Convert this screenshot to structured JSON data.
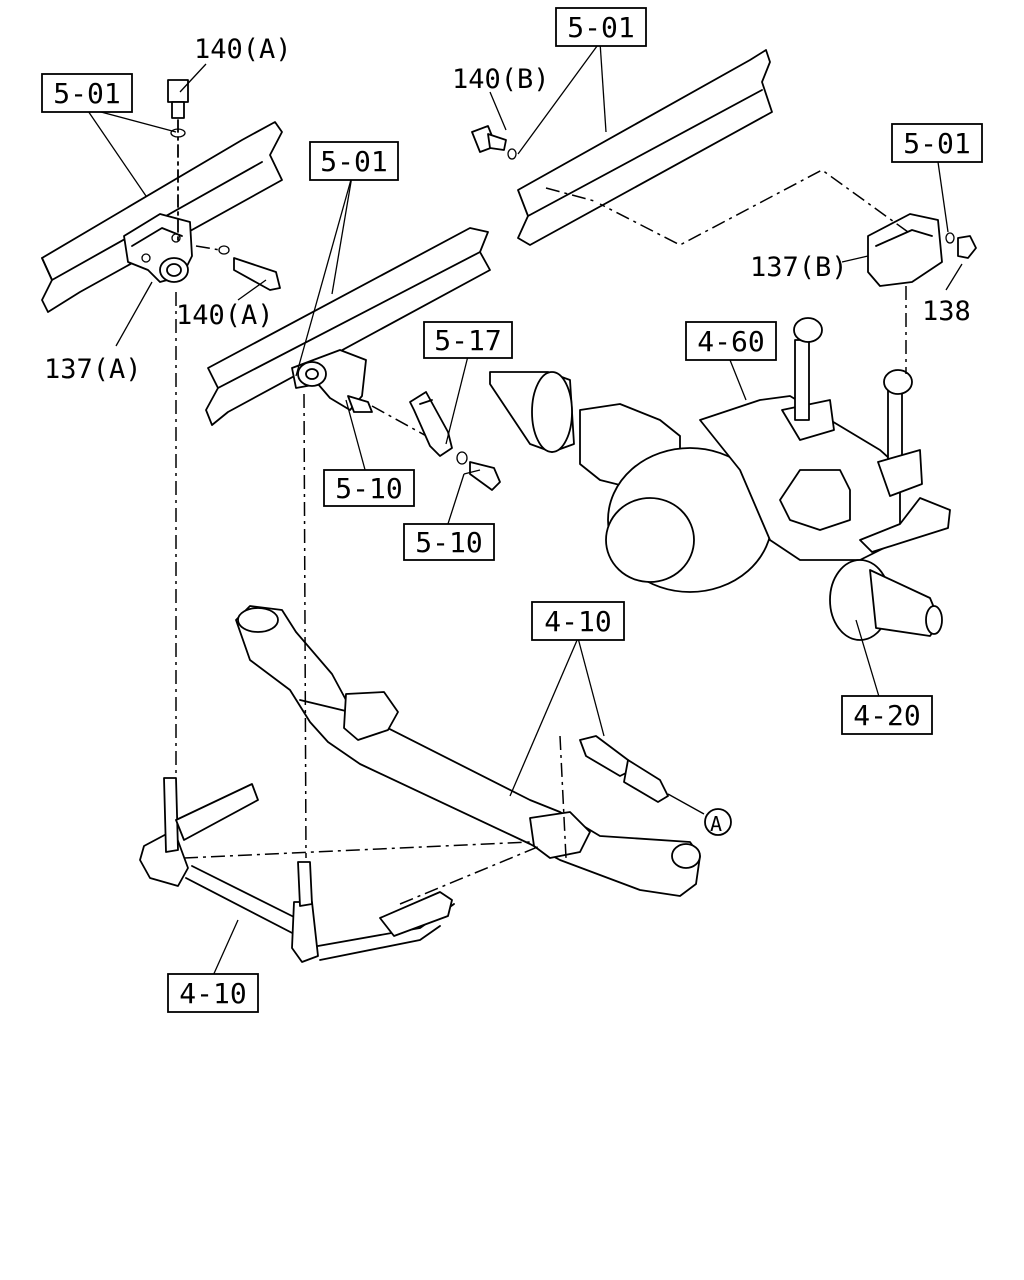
{
  "callouts": {
    "ref_501_a": "5-01",
    "ref_501_b": "5-01",
    "ref_501_c": "5-01",
    "ref_501_d": "5-01",
    "ref_517": "5-17",
    "ref_510_a": "5-10",
    "ref_510_b": "5-10",
    "ref_460": "4-60",
    "ref_420": "4-20",
    "ref_410_a": "4-10",
    "ref_410_b": "4-10"
  },
  "part_numbers": {
    "p140a_top": "140(A)",
    "p140a_bolt": "140(A)",
    "p140b": "140(B)",
    "p137a": "137(A)",
    "p137b": "137(B)",
    "p138": "138"
  },
  "connector": {
    "marker_a": "A"
  }
}
